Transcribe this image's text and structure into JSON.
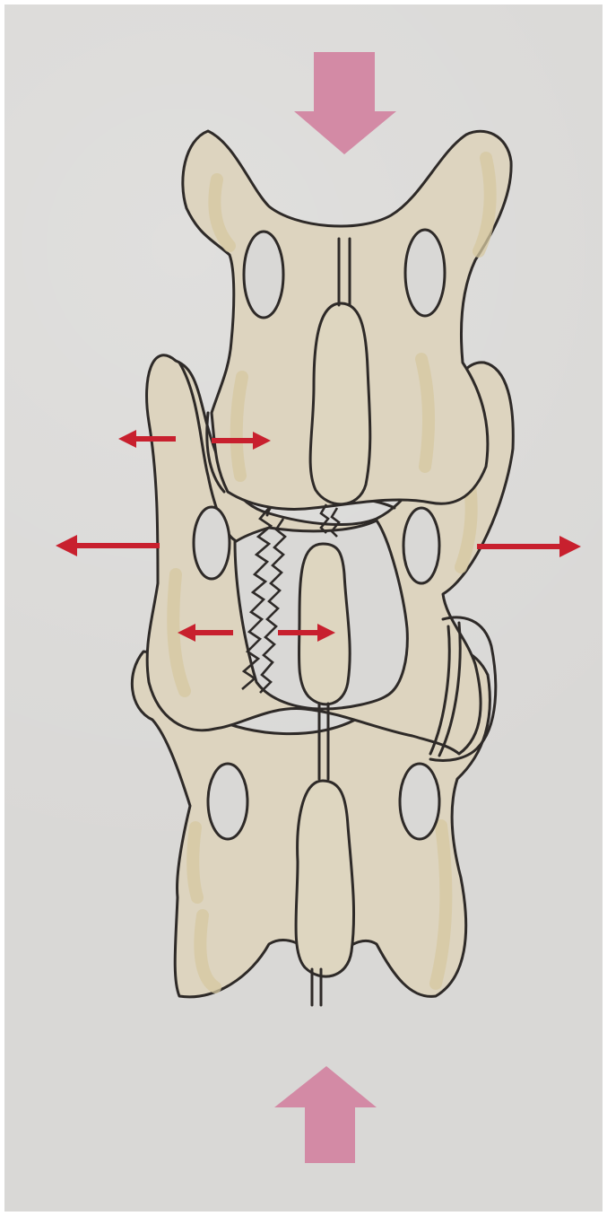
{
  "figure": {
    "background": "#d9d8d6",
    "bone_fill": "#ddd4bf",
    "outline_color": "#2e2a28",
    "compression_arrow_color": "#d38aa5",
    "distraction_arrow_color": "#c8202e"
  },
  "elements": {
    "compression_arrows": [
      "down-arrow-top",
      "up-arrow-bottom"
    ],
    "distraction_arrows": [
      "left-arrow-upper",
      "right-arrow-upper",
      "left-arrow-outer",
      "right-arrow-outer",
      "left-arrow-lower",
      "right-arrow-lower"
    ],
    "vertebrae": [
      "upper-vertebra",
      "middle-fractured-vertebra",
      "lower-vertebra"
    ]
  }
}
